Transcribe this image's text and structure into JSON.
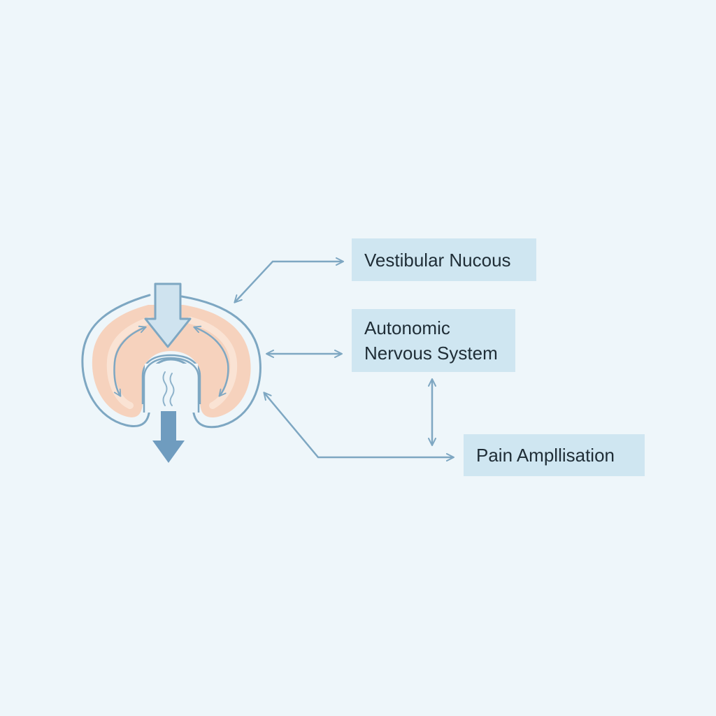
{
  "nodes": {
    "vestibular": "Vestibular Nucous",
    "autonomic_line1": "Autonomic",
    "autonomic_line2": "Nervous System",
    "pain": "Pain Ampllisation"
  },
  "colors": {
    "background": "#eef6fa",
    "box_fill": "#cfe6f1",
    "arrow": "#7ea7c2",
    "organ_outline": "#7ea7c2",
    "organ_fill": "#f6d2bd",
    "down_arrow": "#6f9cbf"
  },
  "icons": {
    "organ": "stomach-cross-section-icon",
    "input_arrow": "down-arrow-icon",
    "output_arrow": "down-arrow-icon",
    "waves": "wavy-lines-icon"
  }
}
